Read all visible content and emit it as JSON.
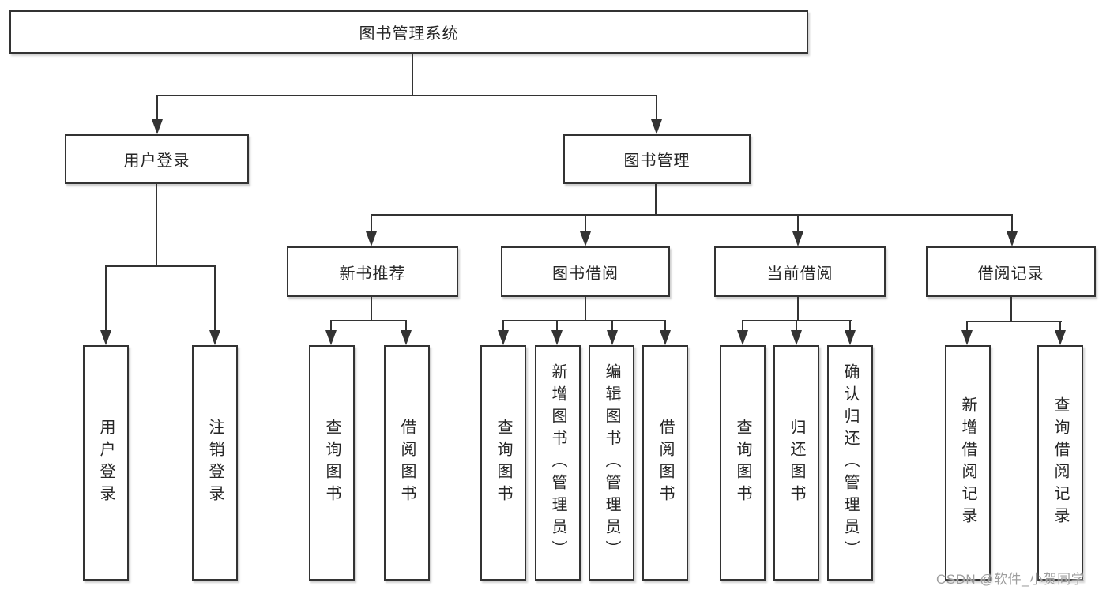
{
  "diagram": {
    "root": {
      "label": "图书管理系统"
    },
    "branches": {
      "user_login": {
        "label": "用户登录",
        "children": [
          {
            "label": "用户登录"
          },
          {
            "label": "注销登录"
          }
        ]
      },
      "book_management": {
        "label": "图书管理",
        "children": [
          {
            "label": "新书推荐",
            "children": [
              {
                "label": "查询图书"
              },
              {
                "label": "借阅图书"
              }
            ]
          },
          {
            "label": "图书借阅",
            "children": [
              {
                "label": "查询图书"
              },
              {
                "label": "新增图书（管理员）"
              },
              {
                "label": "编辑图书（管理员）"
              },
              {
                "label": "借阅图书"
              }
            ]
          },
          {
            "label": "当前借阅",
            "children": [
              {
                "label": "查询图书"
              },
              {
                "label": "归还图书"
              },
              {
                "label": "确认归还（管理员）"
              }
            ]
          },
          {
            "label": "借阅记录",
            "children": [
              {
                "label": "新增借阅记录"
              },
              {
                "label": "查询借阅记录"
              }
            ]
          }
        ]
      }
    }
  },
  "watermark": {
    "text": "CSDN @软件_小贺同学"
  },
  "colors": {
    "line": "#333333",
    "text": "#262626",
    "background": "#ffffff",
    "watermark": "#9e9e9e"
  }
}
